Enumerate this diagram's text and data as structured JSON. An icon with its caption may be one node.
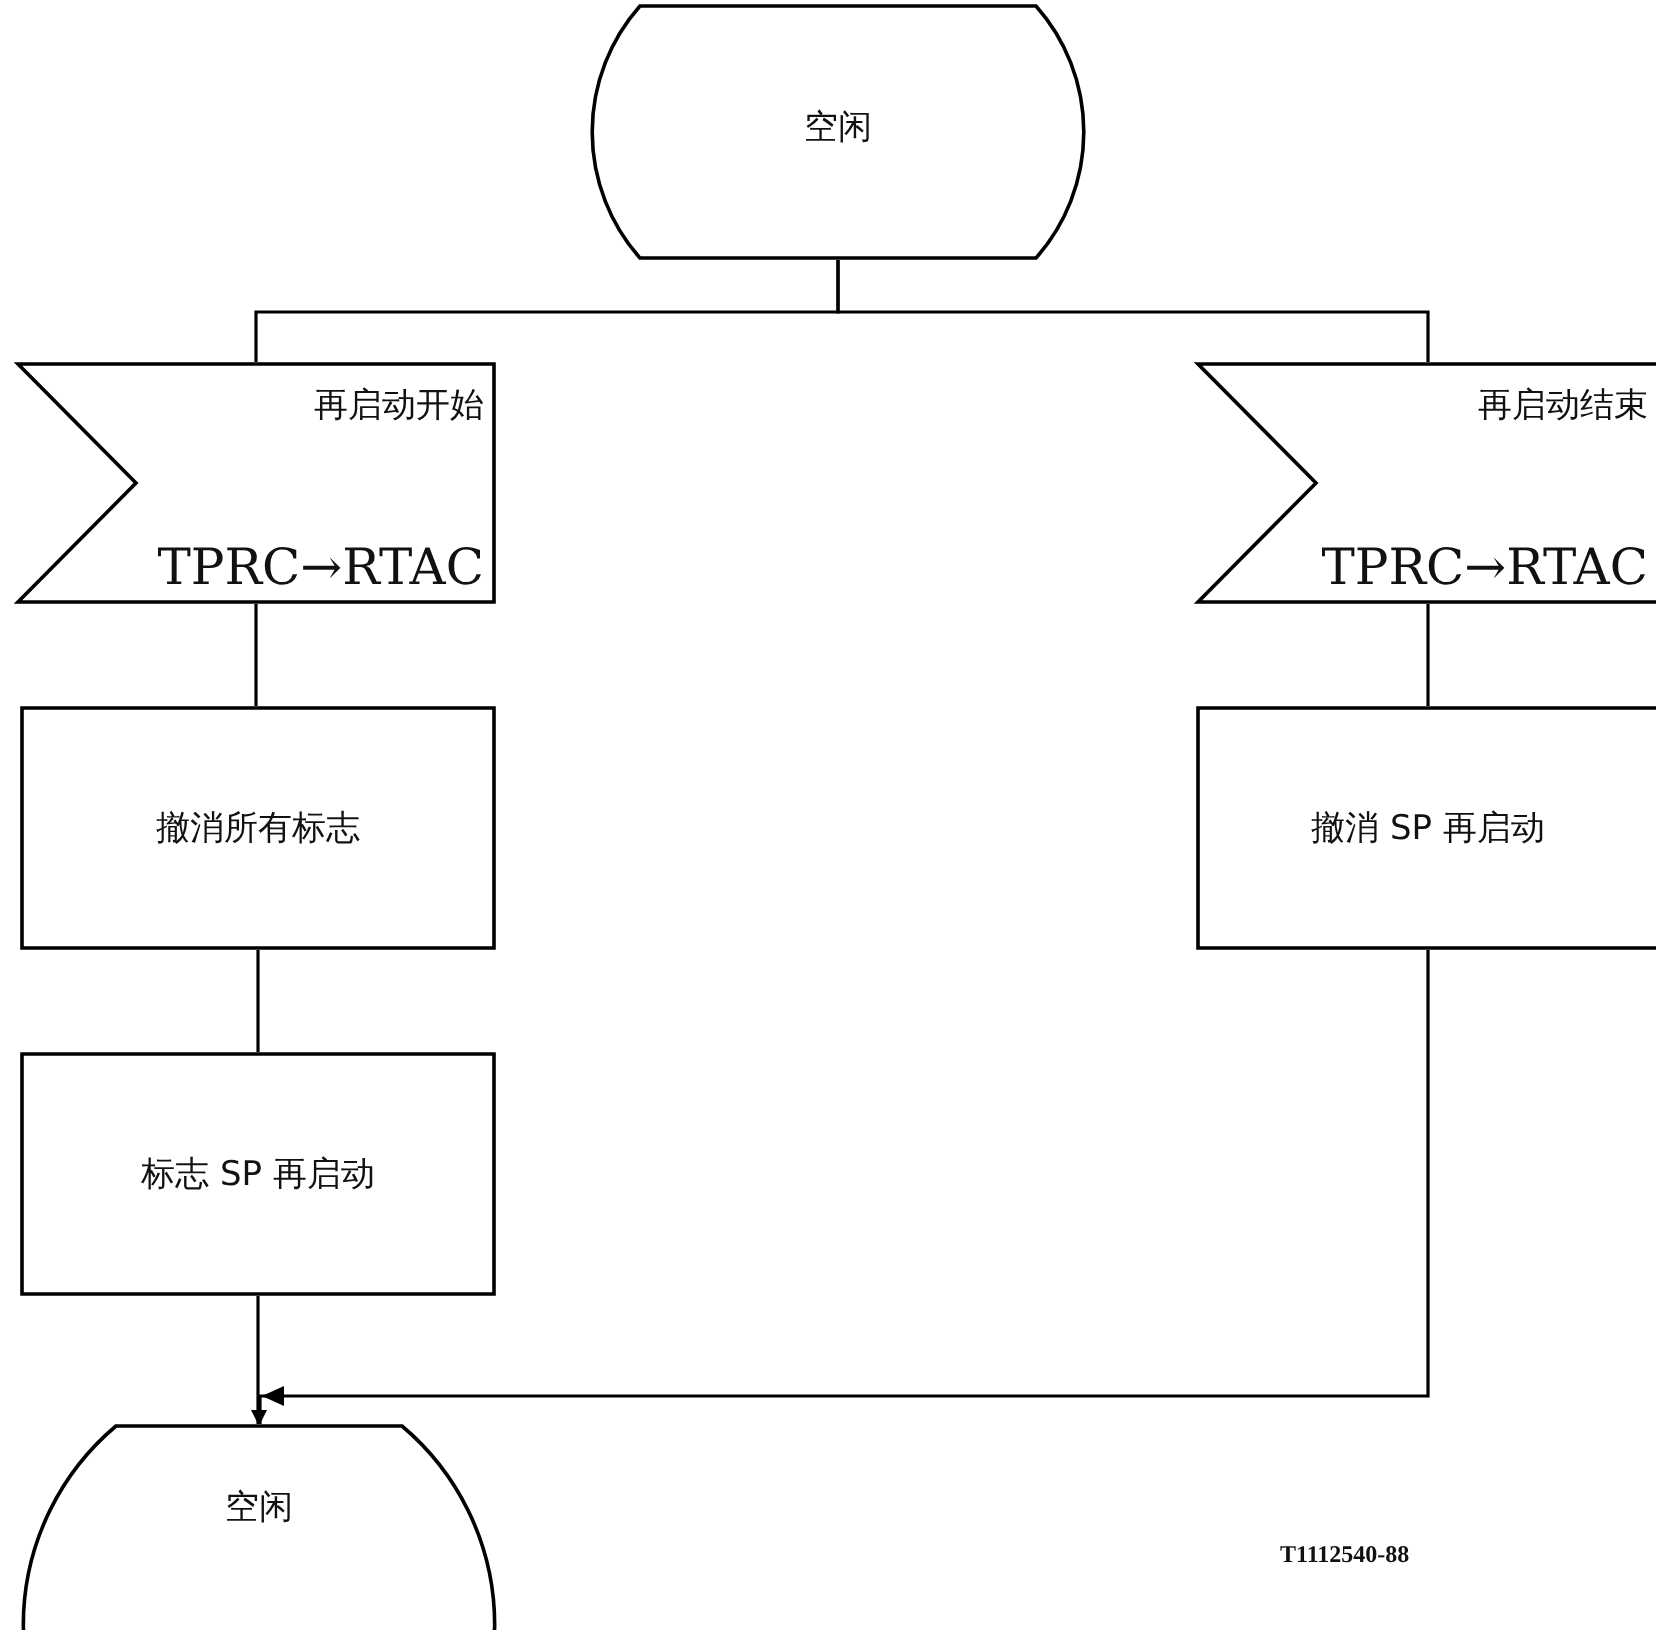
{
  "diagram": {
    "nodes": [
      {
        "text": [
          "空闲"
        ]
      },
      {
        "text": [
          "再启动开始",
          "TPRC→RTAC"
        ]
      },
      {
        "text": [
          "再启动结束",
          "TPRC→RTAC"
        ]
      },
      {
        "text": [
          "撤消所有标志"
        ]
      },
      {
        "text": [
          "标志 SP 再启动"
        ]
      },
      {
        "text": [
          "撤消 SP 再启动"
        ]
      },
      {
        "text": [
          "空闲"
        ]
      }
    ],
    "edges": [
      {
        "from": 0,
        "to": 1,
        "arrow": "none"
      },
      {
        "from": 0,
        "to": 2,
        "arrow": "none"
      },
      {
        "from": 1,
        "to": 3,
        "arrow": "none"
      },
      {
        "from": 3,
        "to": 4,
        "arrow": "none"
      },
      {
        "from": 4,
        "to": 6,
        "arrow": "to"
      },
      {
        "from": 2,
        "to": 5,
        "arrow": "none"
      },
      {
        "from": 5,
        "to": 6,
        "arrow": "to"
      }
    ],
    "labels": [
      "T1112540-88"
    ]
  }
}
